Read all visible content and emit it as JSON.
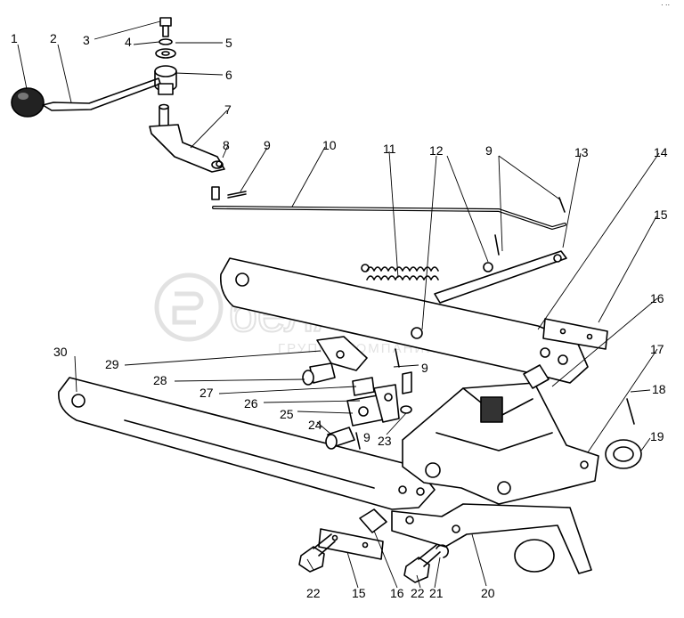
{
  "watermark": {
    "main": "белАвто",
    "sub": "ГРУППА КОМПАНИЙ"
  },
  "corner_mark": "· ··",
  "callouts": {
    "c1": "1",
    "c2": "2",
    "c3": "3",
    "c4": "4",
    "c5": "5",
    "c6": "6",
    "c7": "7",
    "c8": "8",
    "c9a": "9",
    "c10": "10",
    "c11": "11",
    "c12": "12",
    "c9b": "9",
    "c13": "13",
    "c14": "14",
    "c15a": "15",
    "c16a": "16",
    "c17": "17",
    "c18": "18",
    "c19": "19",
    "c30": "30",
    "c29": "29",
    "c9c": "9",
    "c28": "28",
    "c27": "27",
    "c26": "26",
    "c25": "25",
    "c24": "24",
    "c9d": "9",
    "c23": "23",
    "c22a": "22",
    "c15b": "15",
    "c16b": "16",
    "c22b": "22",
    "c21": "21",
    "c20": "20"
  }
}
